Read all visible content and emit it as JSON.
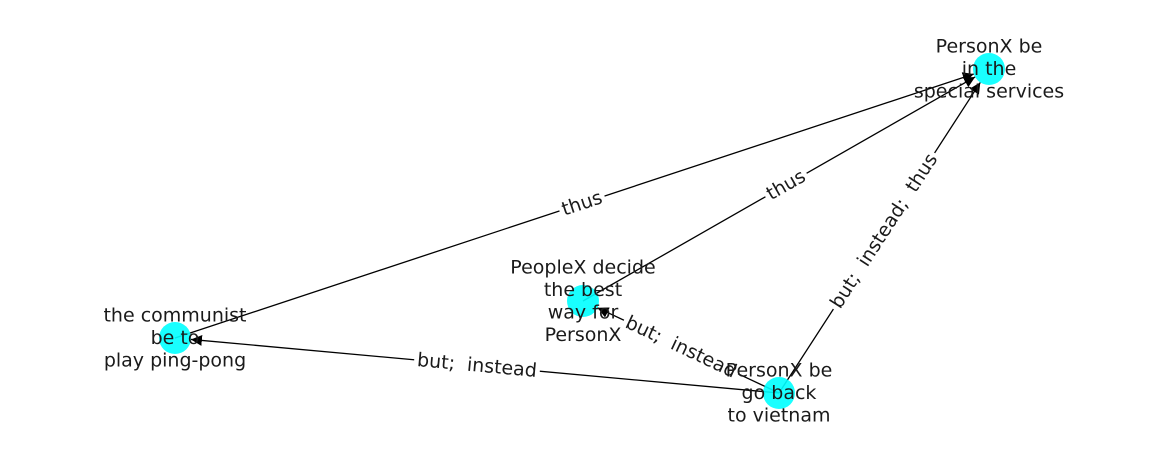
{
  "colors": {
    "node": "#00ffff",
    "edge": "#000000",
    "text": "#1a1a1a",
    "background": "#ffffff"
  },
  "nodes": [
    {
      "id": "special_services",
      "lines": [
        "PersonX be",
        "in the",
        "special services"
      ]
    },
    {
      "id": "peoplex_decide",
      "lines": [
        "PeopleX decide",
        "the best",
        "way for",
        "PersonX"
      ]
    },
    {
      "id": "communist",
      "lines": [
        "the communist",
        "be to",
        "play ping-pong"
      ]
    },
    {
      "id": "vietnam",
      "lines": [
        "PersonX be",
        "go back",
        "to vietnam"
      ]
    }
  ],
  "edges": [
    {
      "from": "communist",
      "to": "special_services",
      "label": "thus"
    },
    {
      "from": "peoplex_decide",
      "to": "special_services",
      "label": "thus"
    },
    {
      "from": "vietnam",
      "to": "special_services",
      "label": "but;  instead;  thus"
    },
    {
      "from": "vietnam",
      "to": "peoplex_decide",
      "label": "but;  instead"
    },
    {
      "from": "vietnam",
      "to": "communist",
      "label": "but;  instead"
    }
  ]
}
